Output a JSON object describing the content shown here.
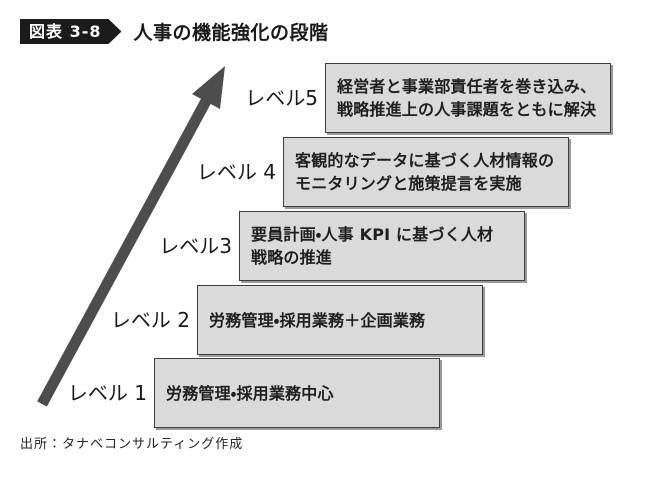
{
  "figure": {
    "badge": "図表 3-8",
    "title": "人事の機能強化の段階",
    "source": "出所：タナベコンサルティング作成"
  },
  "levels": [
    {
      "label": "レベル5",
      "lines": [
        "経営者と事業部責任者を巻き込み、",
        "戦略推進上の人事課題をともに解決"
      ]
    },
    {
      "label": "レベル 4",
      "lines": [
        "客観的なデータに基づく人材情報の",
        "モニタリングと施策提言を実施"
      ]
    },
    {
      "label": "レベル3",
      "lines": [
        "要員計画・人事 KPI に基づく人材",
        "戦略の推進"
      ]
    },
    {
      "label": "レベル 2",
      "lines": [
        "労務管理・採用業務＋企画業務"
      ]
    },
    {
      "label": "レベル 1",
      "lines": [
        "労務管理・採用業務中心"
      ]
    }
  ],
  "colors": {
    "box_fill": "#dadada",
    "box_border": "#3d3d3d",
    "arrow": "#4d4d4d",
    "badge_bg": "#1b1b1b"
  }
}
